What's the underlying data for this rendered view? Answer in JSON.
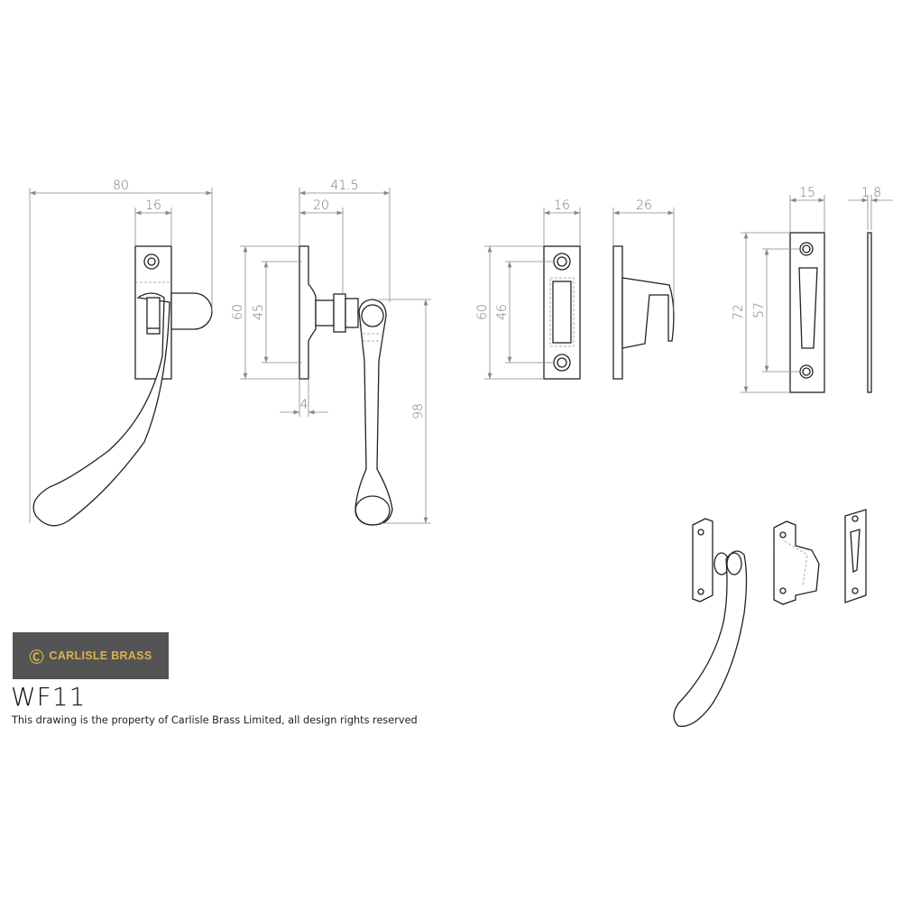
{
  "brand": {
    "name": "CARLISLE BRASS",
    "logo_icon": "c-monogram-icon",
    "logo_bg": "#545454",
    "logo_fg": "#d9b44a"
  },
  "product_code": "WF11",
  "copyright_note": "This drawing is the property of Carlisle Brass Limited, all design rights reserved",
  "dimensions": {
    "handle_front": {
      "overall_width": "80",
      "plate_width": "16"
    },
    "handle_side": {
      "depth": "41.5",
      "spindle": "20",
      "plate_height": "60",
      "hole_centres": "45",
      "plate_thickness": "4",
      "handle_length": "98"
    },
    "keep_front": {
      "width": "16",
      "height": "60",
      "hole_centres": "46"
    },
    "keep_side": {
      "depth": "26"
    },
    "striker_front": {
      "width": "15",
      "height": "72",
      "hole_centres": "57"
    },
    "striker_side": {
      "thickness": "1.8"
    }
  }
}
